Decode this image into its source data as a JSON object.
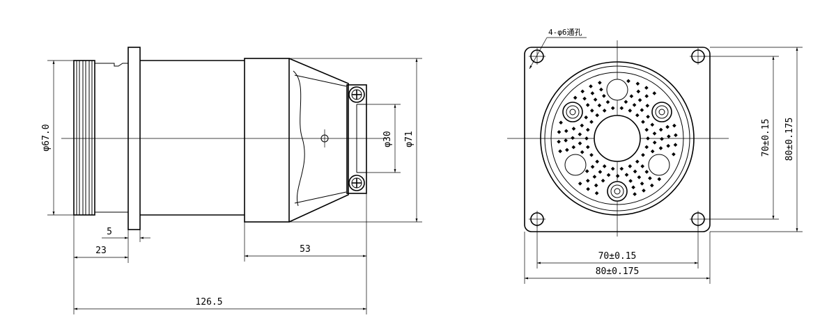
{
  "side_view": {
    "dim_body_diameter": "φ67.0",
    "dim_flange_width": "5",
    "dim_front_length": "23",
    "dim_rear_length": "53",
    "dim_total_length": "126.5",
    "dim_rear_inner_diameter": "φ30",
    "dim_rear_outer_diameter": "φ71"
  },
  "front_view": {
    "hole_callout": "4-φ6通孔",
    "dim_hole_spacing_h": "70±0.15",
    "dim_flange_size_h": "80±0.175",
    "dim_hole_spacing_v": "70±0.15",
    "dim_flange_size_v": "80±0.175"
  }
}
